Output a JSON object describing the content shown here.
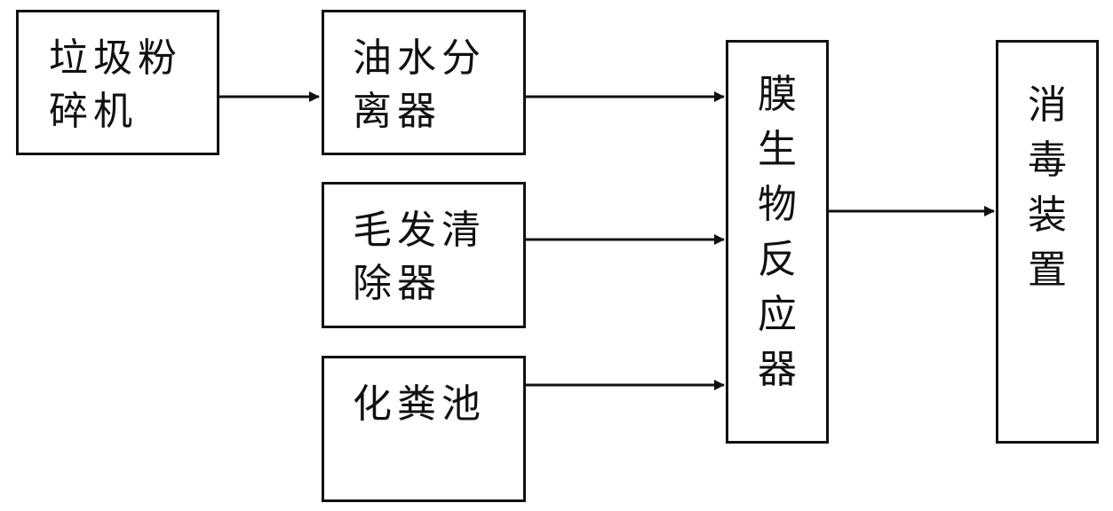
{
  "nodes": {
    "grinder": "垃圾粉\n碎机",
    "oil_water_separator": "油水分\n离器",
    "hair_remover": "毛发清\n除器",
    "septic_tank": "化粪池",
    "membrane_bioreactor": "膜\n生\n物\n反\n应\n器",
    "disinfection_device": "消\n毒\n装\n置"
  }
}
